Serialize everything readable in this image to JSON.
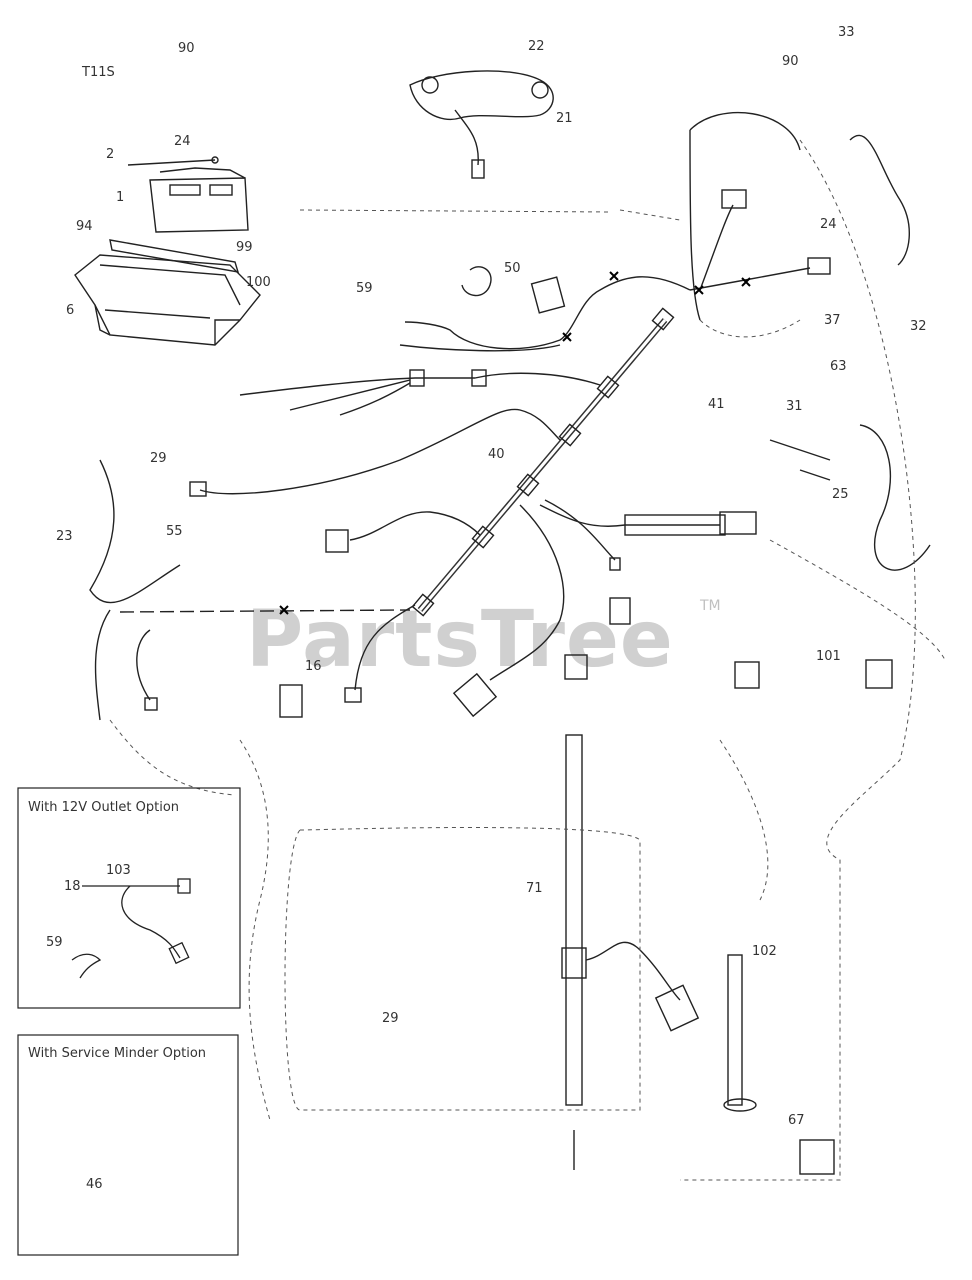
{
  "diagram": {
    "header_code": "T11S",
    "watermark": "PartsTree",
    "watermark_mark": "TM",
    "inset_12v": {
      "title": "With 12V Outlet Option"
    },
    "inset_service": {
      "title": "With Service Minder Option"
    },
    "part_labels": [
      "90",
      "22",
      "21",
      "24",
      "2",
      "1",
      "94",
      "99",
      "100",
      "6",
      "50",
      "33",
      "90",
      "24",
      "37",
      "32",
      "63",
      "41",
      "31",
      "29",
      "25",
      "23",
      "40",
      "59",
      "55",
      "16",
      "101",
      "71",
      "102",
      "29",
      "46",
      "18",
      "103",
      "59",
      "67"
    ]
  }
}
